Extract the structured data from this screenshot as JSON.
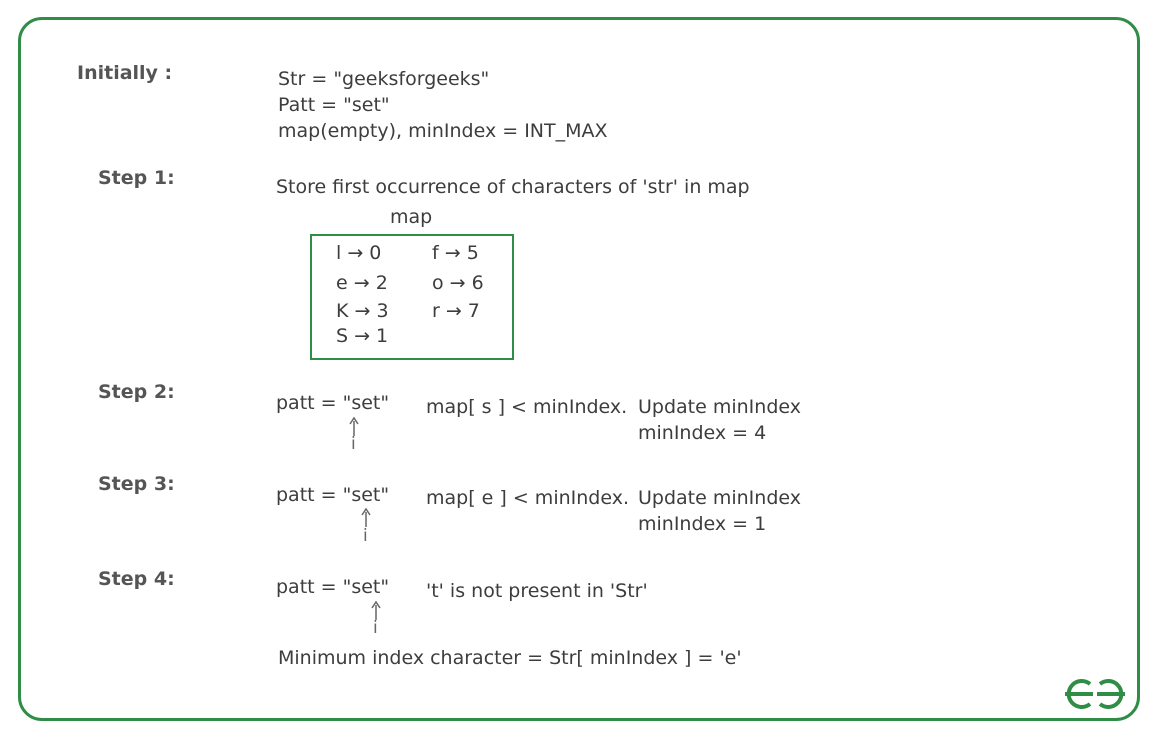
{
  "initially": {
    "label": "Initially :",
    "lines": [
      "Str = \"geeksforgeeks\"",
      "Patt = \"set\"",
      "map(empty), minIndex = INT_MAX"
    ]
  },
  "step1": {
    "label": "Step 1:",
    "text": "Store first occurrence of characters of 'str' in map",
    "map_title": "map",
    "entries": [
      "l → 0",
      "e → 2",
      "K → 3",
      "S → 1",
      "f → 5",
      "o → 6",
      "r → 7"
    ]
  },
  "step2": {
    "label": "Step 2:",
    "patt": "patt = \"set\"",
    "index": "i",
    "note1": "map[ s ] < minIndex.",
    "note2": "Update minIndex",
    "note3": "minIndex = 4"
  },
  "step3": {
    "label": "Step 3:",
    "patt": "patt = \"set\"",
    "index": "i",
    "note1": "map[ e ] < minIndex.",
    "note2": "Update minIndex",
    "note3": "minIndex = 1"
  },
  "step4": {
    "label": "Step 4:",
    "patt": "patt = \"set\"",
    "index": "i",
    "note1": "'t' is not present in 'Str'"
  },
  "result": "Minimum index character = Str[ minIndex ] = 'e'",
  "colors": {
    "accent": "#2f8d46",
    "text": "#3d3d3d"
  },
  "icons": {
    "logo": "geeksforgeeks-logo",
    "arrow": "up-arrow-icon"
  }
}
